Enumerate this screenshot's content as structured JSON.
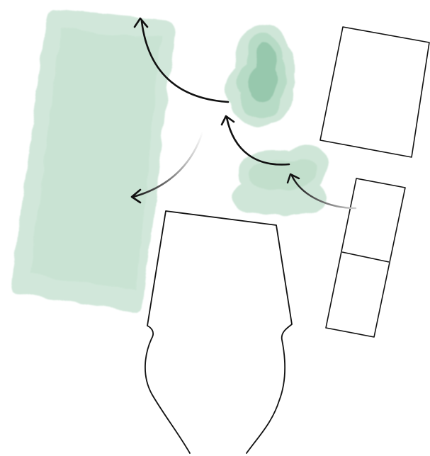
{
  "diagram": {
    "colors": {
      "wash_light": "#cfe6d8",
      "wash_mid": "#b7dbc6",
      "wash_dark": "#8fc3a6",
      "ink": "#111111",
      "ink_fade": "#bdbdbd"
    },
    "elements": [
      {
        "name": "tall-green-block",
        "kind": "watercolor-rectangle"
      },
      {
        "name": "green-cloud-top",
        "kind": "watercolor-blob"
      },
      {
        "name": "green-cloud-bottom",
        "kind": "watercolor-blob"
      },
      {
        "name": "tilted-square-outline",
        "kind": "outline-rectangle"
      },
      {
        "name": "tilted-split-rectangle-outline",
        "kind": "outline-rectangle",
        "sections": 2
      },
      {
        "name": "vase-outline",
        "kind": "outline-shape"
      }
    ],
    "arrows": [
      {
        "name": "arrow-cloud-to-block-top",
        "from": "green-cloud-top",
        "to": "tall-green-block"
      },
      {
        "name": "arrow-center-to-block-middle",
        "from": "center",
        "to": "tall-green-block"
      },
      {
        "name": "arrow-cloud-bottom-to-cloud-top",
        "from": "green-cloud-bottom",
        "to": "green-cloud-top"
      },
      {
        "name": "arrow-rect-to-cloud-bottom",
        "from": "tilted-split-rectangle-outline",
        "to": "green-cloud-bottom"
      }
    ]
  }
}
